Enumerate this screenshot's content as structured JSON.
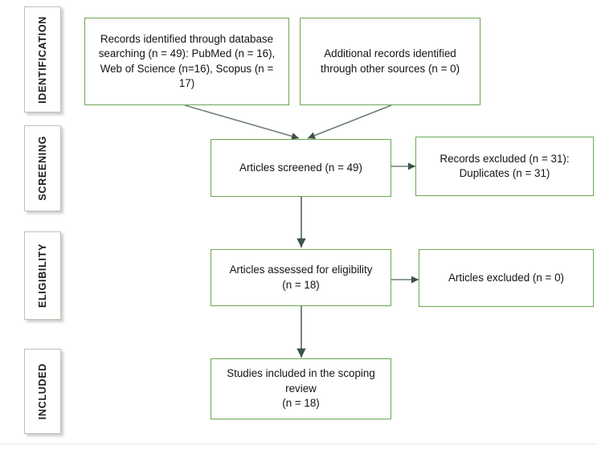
{
  "diagram": {
    "type": "prisma-flow-diagram",
    "palette": {
      "box_border": "#6aa84f",
      "stage_border": "#b9c6b4",
      "connector": "#6b7d76",
      "text": "#141414",
      "background": "#ffffff"
    },
    "stages": [
      {
        "id": "identification",
        "label": "IDENTIFICATION"
      },
      {
        "id": "screening",
        "label": "SCREENING"
      },
      {
        "id": "eligibility",
        "label": "ELIGIBILITY"
      },
      {
        "id": "included",
        "label": "INCLUDED"
      }
    ],
    "boxes": [
      {
        "id": "records-identified",
        "text": "Records identified through database searching (n = 49): PubMed (n = 16), Web of Science (n=16), Scopus (n = 17)",
        "n": 49,
        "sources": [
          {
            "name": "PubMed",
            "n": 16
          },
          {
            "name": "Web of Science",
            "n": 16
          },
          {
            "name": "Scopus",
            "n": 17
          }
        ]
      },
      {
        "id": "additional-records",
        "text": "Additional records identified through other sources (n = 0)",
        "n": 0
      },
      {
        "id": "articles-screened",
        "text": "Articles screened (n = 49)",
        "n": 49
      },
      {
        "id": "records-excluded",
        "text": "Records excluded (n = 31): Duplicates (n = 31)",
        "n": 31,
        "reason": "Duplicates",
        "reason_n": 31
      },
      {
        "id": "articles-assessed",
        "text": "Articles assessed for eligibility\n(n = 18)",
        "n": 18
      },
      {
        "id": "articles-excluded",
        "text": "Articles excluded (n = 0)",
        "n": 0
      },
      {
        "id": "studies-included",
        "text": "Studies included in the scoping review\n(n = 18)",
        "n": 18
      }
    ]
  }
}
